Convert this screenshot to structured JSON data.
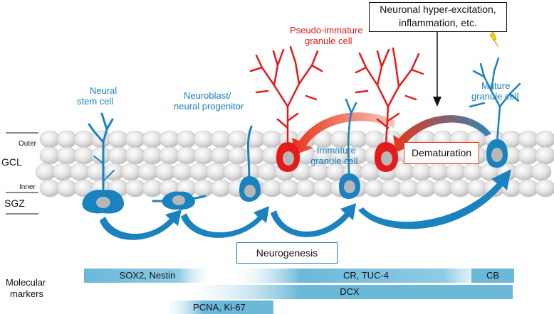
{
  "layers": {
    "outer": "Outer",
    "gcl": "GCL",
    "inner": "Inner",
    "sgz": "SGZ"
  },
  "cells": {
    "neural_stem": [
      "Neural",
      "stem cell"
    ],
    "neuroblast": [
      "Neuroblast/",
      "neural progenitor"
    ],
    "pseudo_immature": [
      "Pseudo-immature",
      "granule cell"
    ],
    "immature": [
      "Immature",
      "granule cell"
    ],
    "mature": [
      "Mature",
      "granule cell"
    ]
  },
  "trigger_box": [
    "Neuronal hyper-excitation,",
    "inflammation, etc."
  ],
  "dematuration_label": "Dematuration",
  "neurogenesis_label": "Neurogenesis",
  "markers": {
    "title": [
      "Molecular",
      "markers"
    ],
    "sox2_nestin": "SOX2, Nestin",
    "cr_tuc4": "CR, TUC-4",
    "cb": "CB",
    "dcx": "DCX",
    "pcna_ki67": "PCNA, Ki-67"
  },
  "colors": {
    "cell_blue": "#1b82c0",
    "cell_red": "#e51a1a",
    "bar_blue": "#6bb8d9",
    "tissue": "#d9d9d9"
  }
}
